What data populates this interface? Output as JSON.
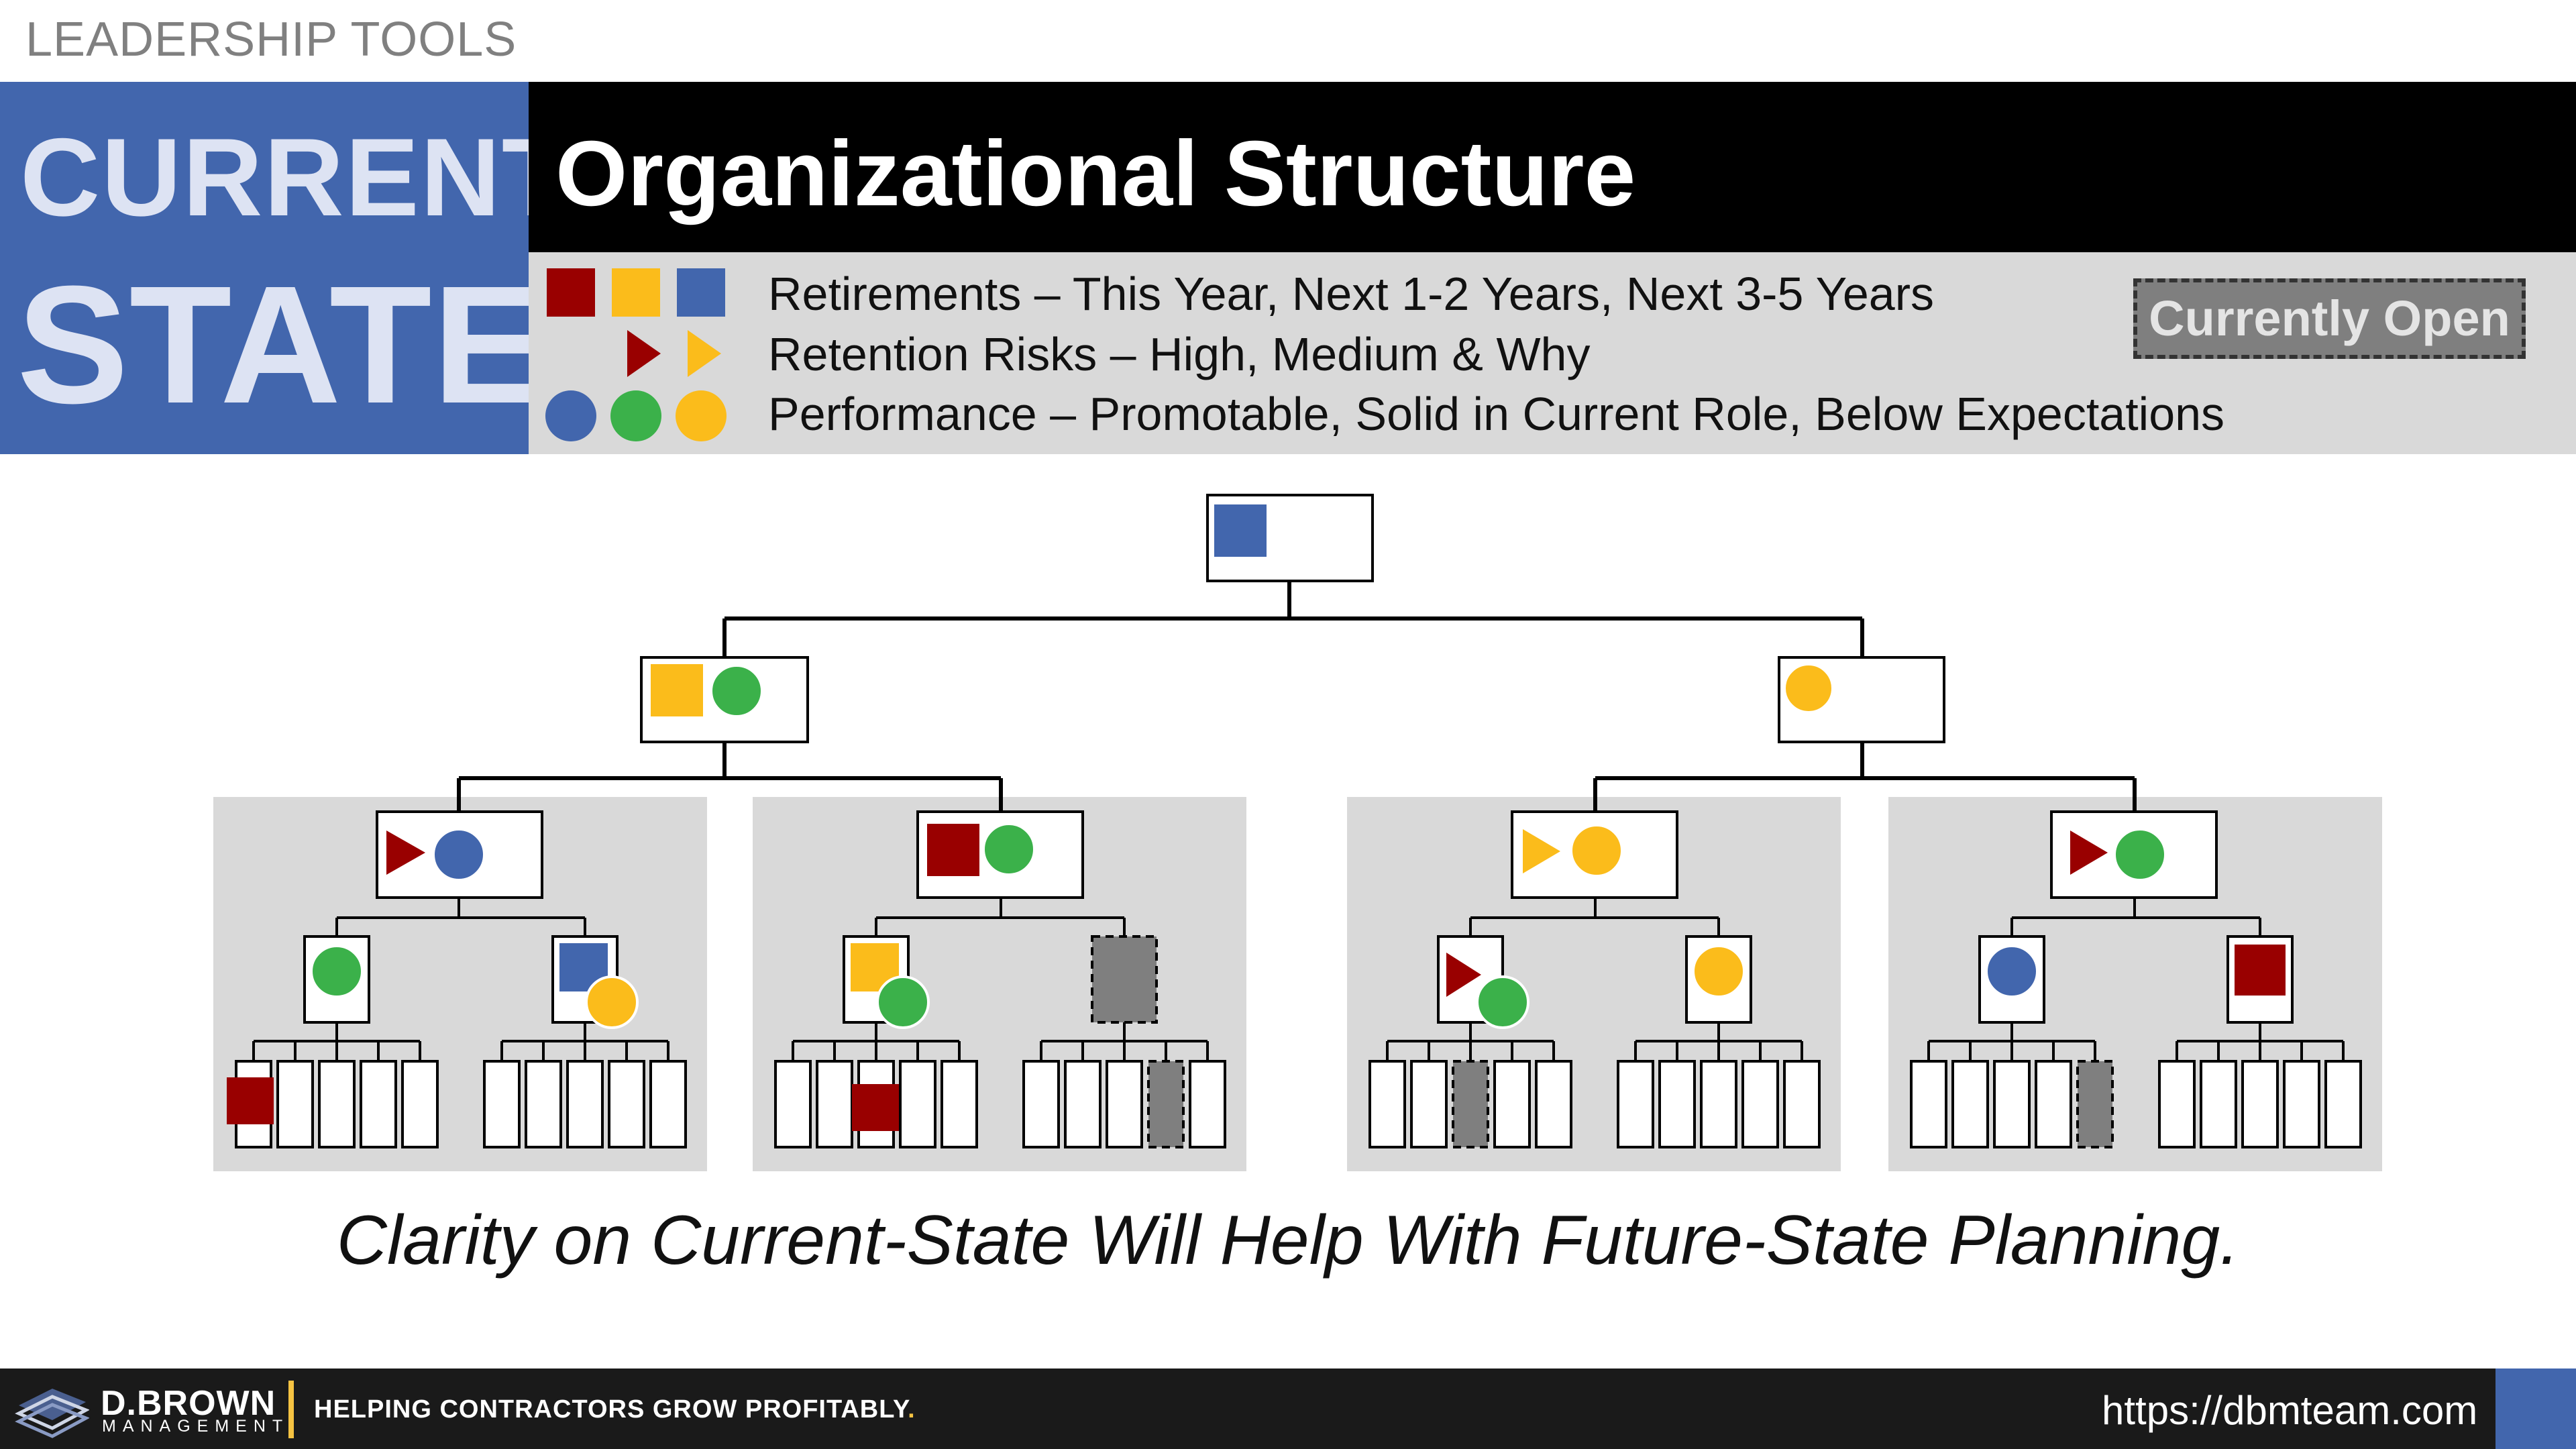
{
  "header": {
    "kicker": "LEADERSHIP TOOLS",
    "block_line1": "CURRENT",
    "block_line2": "STATE",
    "title": "Organizational Structure"
  },
  "legend": {
    "retirements": "Retirements – This Year, Next 1-2 Years, Next 3-5 Years",
    "retention": "Retention Risks – High, Medium & Why",
    "performance": "Performance – Promotable, Solid in Current Role, Below Expectations",
    "open_badge": "Currently Open"
  },
  "colors": {
    "retire_this_year": "#990000",
    "retire_1_2": "#fbbc1b",
    "retire_3_5": "#4266ad",
    "risk_high": "#990000",
    "risk_medium": "#fbbc1b",
    "perf_promotable": "#4266ad",
    "perf_solid": "#3bb14a",
    "perf_below": "#fbbc1b",
    "open_fill": "#7f7f7f",
    "panel": "#d9d9d9",
    "brand_blue": "#4266ad",
    "footer_bg": "#1a1a1a",
    "footer_accent": "#f5c342"
  },
  "tagline": "Clarity on Current-State Will Help With Future-State Planning.",
  "footer": {
    "brand_name": "D.BROWN",
    "brand_sub": "MANAGEMENT",
    "tag_text": "HELPING CONTRACTORS GROW PROFITABLY",
    "tag_dot": ".",
    "url": "https://dbmteam.com"
  }
}
